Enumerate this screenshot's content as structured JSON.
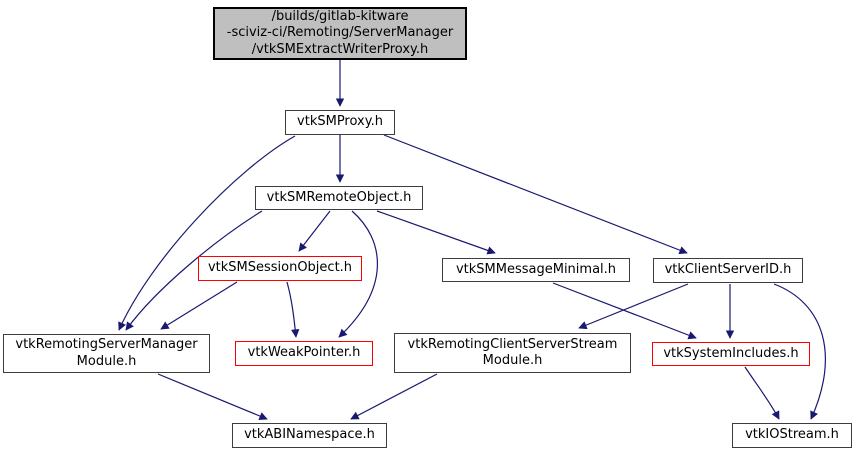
{
  "diagram": {
    "type": "include-dependency-graph",
    "colors": {
      "edge": "#191970",
      "node_border": "#3d3d3d",
      "highlight_border": "#ff0000",
      "main_node_fill": "#bfbfbf",
      "node_fill": "#ffffff",
      "text": "#000000",
      "background": "#ffffff"
    },
    "nodes": [
      {
        "id": "main",
        "type": "main",
        "label": "/builds/gitlab-kitware -sciviz-ci/Remoting/ServerManager /vtkSMExtractWriterProxy.h",
        "lines": [
          "/builds/gitlab-kitware",
          "-sciviz-ci/Remoting/ServerManager",
          "/vtkSMExtractWriterProxy.h"
        ]
      },
      {
        "id": "vtkSMProxy",
        "type": "normal",
        "label": "vtkSMProxy.h",
        "lines": [
          "vtkSMProxy.h"
        ]
      },
      {
        "id": "vtkSMRemoteObject",
        "type": "normal",
        "label": "vtkSMRemoteObject.h",
        "lines": [
          "vtkSMRemoteObject.h"
        ]
      },
      {
        "id": "vtkSMSessionObject",
        "type": "external",
        "label": "vtkSMSessionObject.h",
        "lines": [
          "vtkSMSessionObject.h"
        ]
      },
      {
        "id": "vtkSMMessageMinimal",
        "type": "normal",
        "label": "vtkSMMessageMinimal.h",
        "lines": [
          "vtkSMMessageMinimal.h"
        ]
      },
      {
        "id": "vtkClientServerID",
        "type": "normal",
        "label": "vtkClientServerID.h",
        "lines": [
          "vtkClientServerID.h"
        ]
      },
      {
        "id": "vtkRemotingServerManagerModule",
        "type": "normal",
        "label": "vtkRemotingServerManager Module.h",
        "lines": [
          "vtkRemotingServerManager",
          "Module.h"
        ]
      },
      {
        "id": "vtkWeakPointer",
        "type": "external",
        "label": "vtkWeakPointer.h",
        "lines": [
          "vtkWeakPointer.h"
        ]
      },
      {
        "id": "vtkRemotingClientServerStreamModule",
        "type": "normal",
        "label": "vtkRemotingClientServerStream Module.h",
        "lines": [
          "vtkRemotingClientServerStream",
          "Module.h"
        ]
      },
      {
        "id": "vtkSystemIncludes",
        "type": "external",
        "label": "vtkSystemIncludes.h",
        "lines": [
          "vtkSystemIncludes.h"
        ]
      },
      {
        "id": "vtkABINamespace",
        "type": "normal",
        "label": "vtkABINamespace.h",
        "lines": [
          "vtkABINamespace.h"
        ]
      },
      {
        "id": "vtkIOStream",
        "type": "normal",
        "label": "vtkIOStream.h",
        "lines": [
          "vtkIOStream.h"
        ]
      }
    ],
    "edges": [
      {
        "from": "main",
        "to": "vtkSMProxy"
      },
      {
        "from": "vtkSMProxy",
        "to": "vtkSMRemoteObject"
      },
      {
        "from": "vtkSMProxy",
        "to": "vtkRemotingServerManagerModule"
      },
      {
        "from": "vtkSMProxy",
        "to": "vtkClientServerID"
      },
      {
        "from": "vtkSMRemoteObject",
        "to": "vtkRemotingServerManagerModule"
      },
      {
        "from": "vtkSMRemoteObject",
        "to": "vtkSMSessionObject"
      },
      {
        "from": "vtkSMRemoteObject",
        "to": "vtkWeakPointer"
      },
      {
        "from": "vtkSMRemoteObject",
        "to": "vtkSMMessageMinimal"
      },
      {
        "from": "vtkSMSessionObject",
        "to": "vtkRemotingServerManagerModule"
      },
      {
        "from": "vtkSMSessionObject",
        "to": "vtkWeakPointer"
      },
      {
        "from": "vtkSMMessageMinimal",
        "to": "vtkSystemIncludes"
      },
      {
        "from": "vtkClientServerID",
        "to": "vtkRemotingClientServerStreamModule"
      },
      {
        "from": "vtkClientServerID",
        "to": "vtkSystemIncludes"
      },
      {
        "from": "vtkClientServerID",
        "to": "vtkIOStream"
      },
      {
        "from": "vtkSystemIncludes",
        "to": "vtkIOStream"
      },
      {
        "from": "vtkRemotingServerManagerModule",
        "to": "vtkABINamespace"
      },
      {
        "from": "vtkRemotingClientServerStreamModule",
        "to": "vtkABINamespace"
      }
    ]
  }
}
